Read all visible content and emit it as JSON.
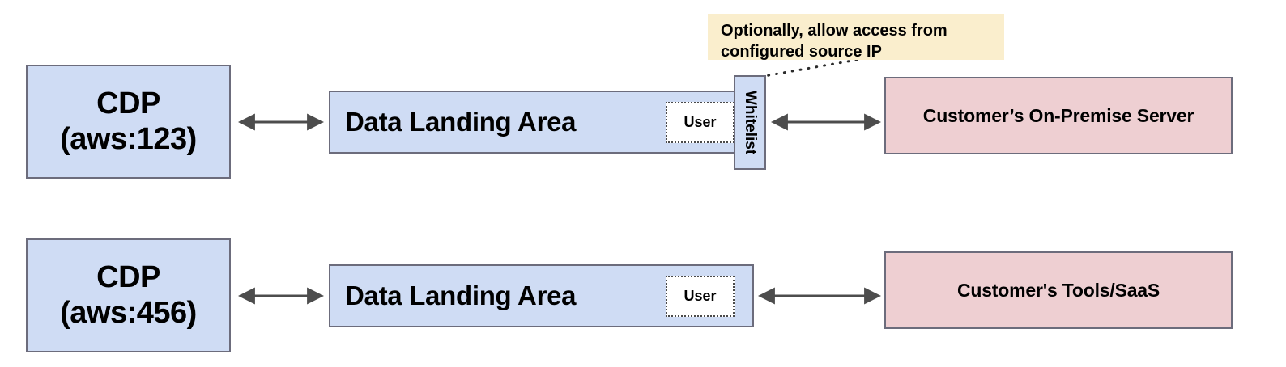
{
  "diagram": {
    "title_present": false,
    "colors": {
      "blue_fill": "#cfdcf4",
      "pink_fill": "#eecfd2",
      "note_fill": "#faeecd",
      "border": "#6c6c7c",
      "connector": "#4d4d4d",
      "chip_border": "#4a4a4a"
    },
    "rows": [
      {
        "id": "row-top",
        "cdp": {
          "line1": "CDP",
          "line2": "(aws:123)"
        },
        "landing_area": {
          "label": "Data Landing Area",
          "chip": "User"
        },
        "gateway": {
          "label": "Whitelist"
        },
        "endpoint": {
          "label": "Customer’s On-Premise Server"
        },
        "note": {
          "text": "Optionally, allow access from\nconfigured source IP"
        },
        "connectors": [
          {
            "name": "cdp-to-landing-area",
            "style": "double-arrow"
          },
          {
            "name": "whitelist-to-on-premise-server",
            "style": "double-arrow"
          },
          {
            "name": "note-to-whitelist",
            "style": "dotted-leader"
          }
        ]
      },
      {
        "id": "row-bottom",
        "cdp": {
          "line1": "CDP",
          "line2": "(aws:456)"
        },
        "landing_area": {
          "label": "Data Landing Area",
          "chip": "User"
        },
        "endpoint": {
          "label": "Customer's Tools/SaaS"
        },
        "connectors": [
          {
            "name": "cdp-to-landing-area",
            "style": "double-arrow"
          },
          {
            "name": "landing-area-to-tools-saas",
            "style": "double-arrow"
          }
        ]
      }
    ]
  }
}
